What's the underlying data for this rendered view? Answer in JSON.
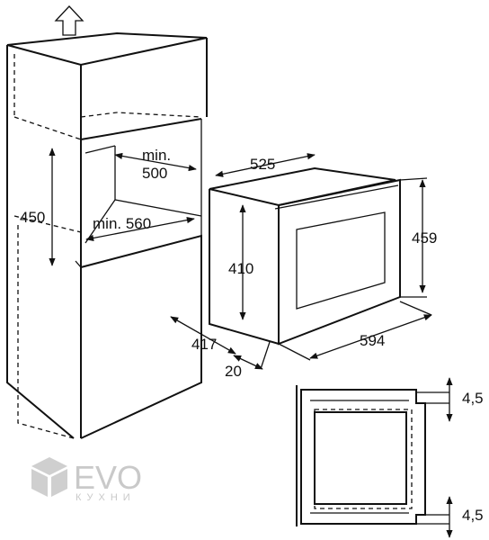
{
  "dimensions": {
    "min_depth": "min.",
    "min_depth_value": "500",
    "niche_height": "450",
    "min_width": "min. 560",
    "oven_depth": "525",
    "door_height": "459",
    "oven_height": "410",
    "cabinet_depth": "417",
    "oven_width": "594",
    "front_offset": "20",
    "top_gap": "4,5",
    "bottom_gap": "4,5"
  },
  "logo": {
    "brand": "EVO",
    "subtitle": "КУХНИ"
  }
}
